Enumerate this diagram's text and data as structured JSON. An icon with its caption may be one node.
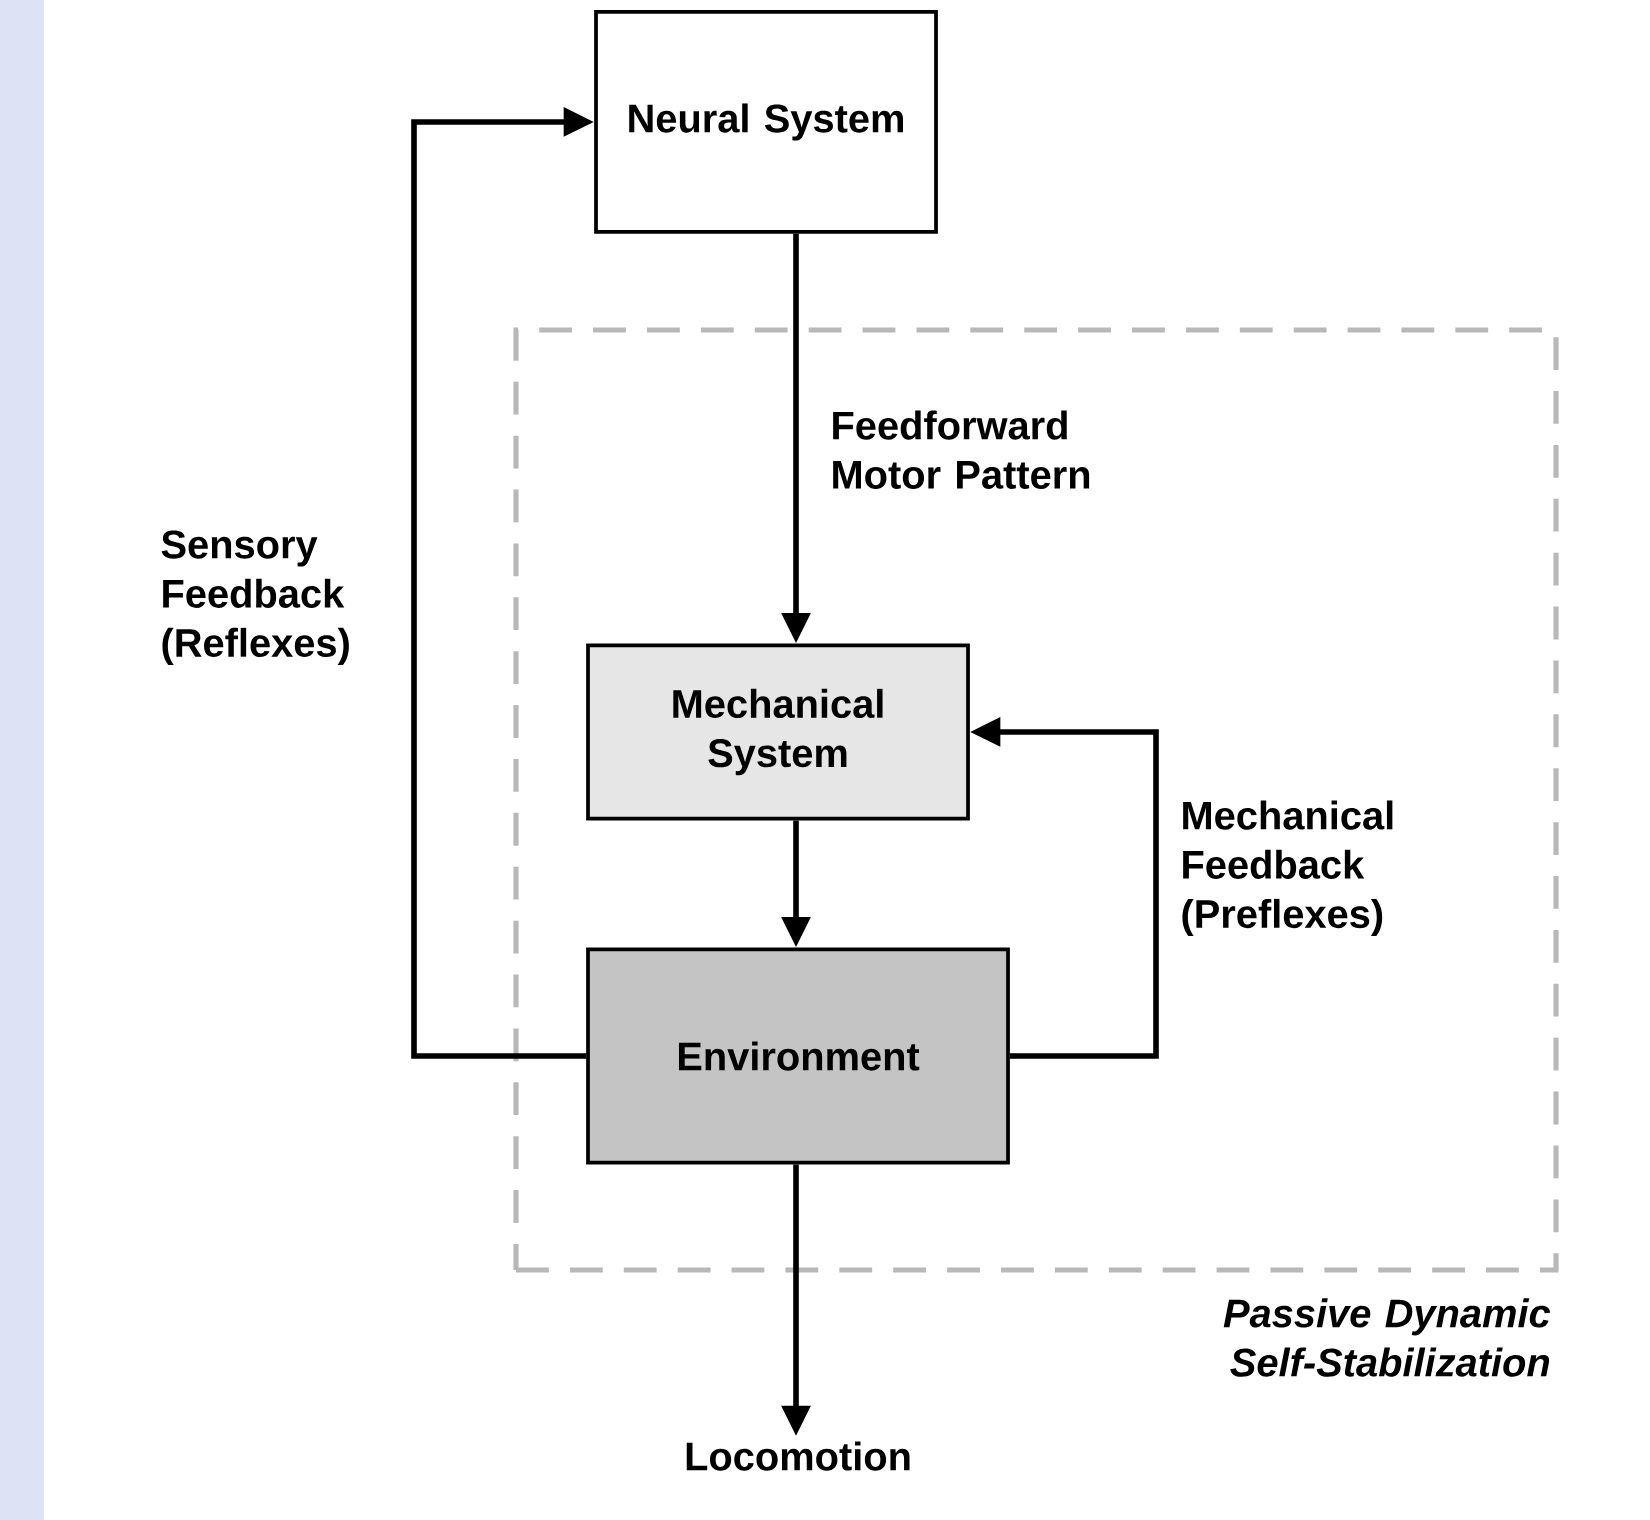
{
  "diagram": {
    "nodes": [
      {
        "text": [
          "Neural System"
        ]
      },
      {
        "text": [
          "Passive Dynamic Self-Stabilization"
        ]
      },
      {
        "text": [
          "Mechanical System"
        ],
        "in": 1
      },
      {
        "text": [
          "Environment"
        ],
        "in": 1
      },
      {
        "text": [
          "Locomotion"
        ]
      }
    ],
    "edges": [
      {
        "from": 0,
        "to": 2,
        "arrow": "to",
        "label": "Feedforward Motor Pattern"
      },
      {
        "from": 2,
        "to": 3,
        "arrow": "to"
      },
      {
        "from": 3,
        "to": 0,
        "arrow": "to",
        "label": "Sensory Feedback (Reflexes)"
      },
      {
        "from": 3,
        "to": 2,
        "arrow": "to",
        "label": "Mechanical Feedback (Preflexes)"
      },
      {
        "from": 3,
        "to": 4,
        "arrow": "to"
      }
    ]
  }
}
